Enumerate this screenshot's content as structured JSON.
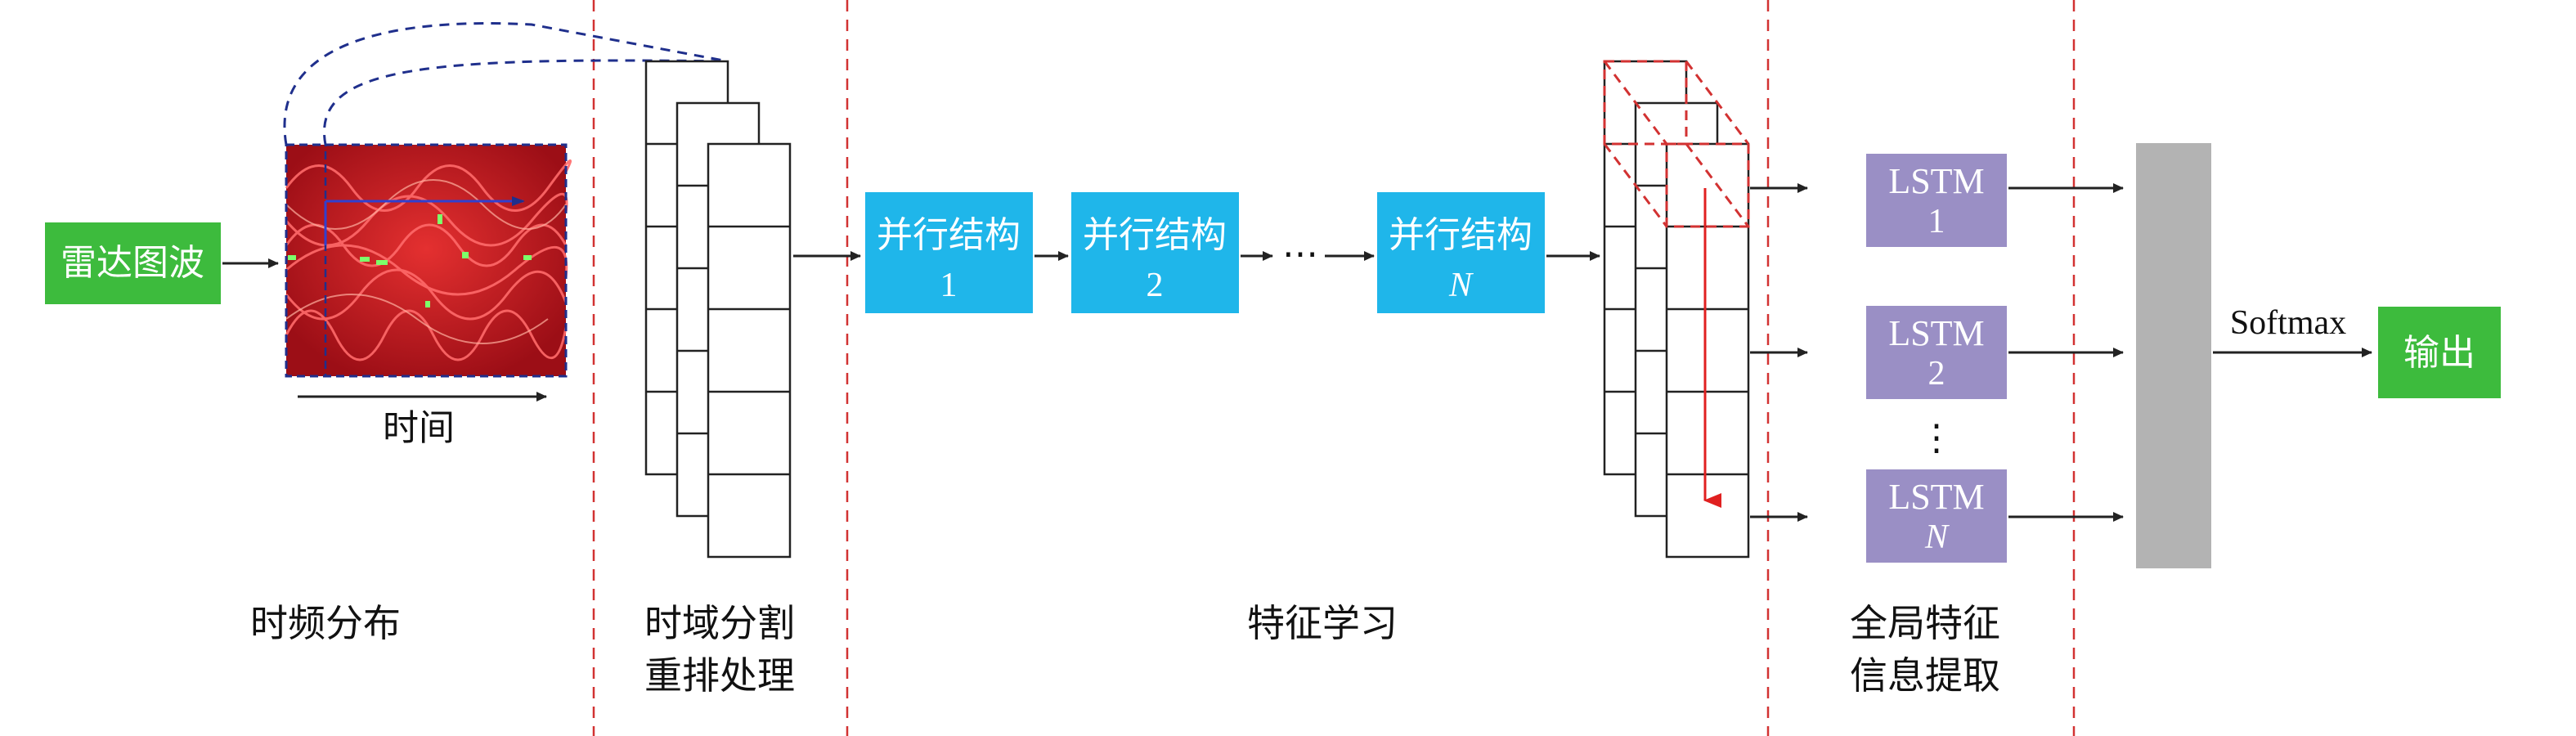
{
  "input_label": "雷达图波",
  "time_axis_label": "时间",
  "parallel_blocks": [
    {
      "title": "并行结构",
      "index": "1"
    },
    {
      "title": "并行结构",
      "index": "2"
    },
    {
      "title": "并行结构",
      "index": "N"
    }
  ],
  "ellipsis": "⋯",
  "lstm_units": [
    {
      "title": "LSTM",
      "index": "1"
    },
    {
      "title": "LSTM",
      "index": "2"
    },
    {
      "title": "LSTM",
      "index": "N"
    }
  ],
  "lstm_vertical_ellipsis": "⋮",
  "softmax_label": "Softmax",
  "output_label": "输出",
  "stages": [
    {
      "line1": "时频分布",
      "line2": ""
    },
    {
      "line1": "时域分割",
      "line2": "重排处理"
    },
    {
      "line1": "特征学习",
      "line2": ""
    },
    {
      "line1": "全局特征",
      "line2": "信息提取"
    }
  ],
  "colors": {
    "green": "#3dbb3d",
    "cyan": "#1fb6ea",
    "purple": "#9a8fc5",
    "gray": "#b3b3b3",
    "red_dash": "#d23232",
    "navy_dash": "#1f2f8c",
    "spectrogram_bg": "#b0141c"
  }
}
